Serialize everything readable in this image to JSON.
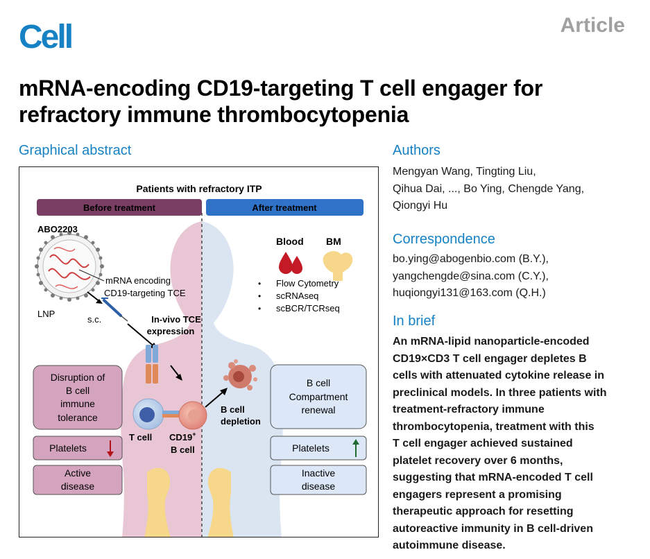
{
  "journal": "Cell",
  "article_type": "Article",
  "title": "mRNA-encoding CD19-targeting T cell engager for refractory immune thrombocytopenia",
  "graphical_abstract": {
    "heading": "Graphical abstract",
    "figure": {
      "title": "Patients with refractory ITP",
      "before_label": "Before treatment",
      "after_label": "After treatment",
      "drug_name": "ABO2203",
      "mrna_label_1": "mRNA encoding",
      "mrna_label_2": "CD19-targeting TCE",
      "lnp_label": "LNP",
      "sc_label": "s.c.",
      "invivo_label_1": "In-vivo TCE",
      "invivo_label_2": "expression",
      "blood_label": "Blood",
      "bm_label": "BM",
      "methods": [
        "Flow Cytometry",
        "scRNAseq",
        "scBCR/TCRseq"
      ],
      "left_boxes": {
        "disruption": [
          "Disruption of",
          "B cell",
          "immune",
          "tolerance"
        ],
        "platelets": "Platelets",
        "disease": [
          "Active",
          "disease"
        ]
      },
      "right_boxes": {
        "renewal": [
          "B cell",
          "Compartment",
          "renewal"
        ],
        "platelets": "Platelets",
        "disease": [
          "Inactive",
          "disease"
        ]
      },
      "tcell_label": "T cell",
      "cd19_label": "CD19",
      "cd19_sup": "+",
      "bcell_label": "B cell",
      "depletion_label_1": "B cell",
      "depletion_label_2": "depletion",
      "colors": {
        "before": "#7a3d63",
        "after": "#2f73c9",
        "left_box": "#d4a3bd",
        "right_box": "#dce8f7",
        "arrow_down": "#b3121a",
        "arrow_up": "#1f6b2f"
      }
    }
  },
  "authors": {
    "heading": "Authors",
    "lines": [
      "Mengyan Wang, Tingting Liu,",
      "Qihua Dai, ..., Bo Ying, Chengde Yang,",
      "Qiongyi Hu"
    ]
  },
  "correspondence": {
    "heading": "Correspondence",
    "lines": [
      "bo.ying@abogenbio.com (B.Y.),",
      "yangchengde@sina.com (C.Y.),",
      "huqiongyi131@163.com (Q.H.)"
    ]
  },
  "in_brief": {
    "heading": "In brief",
    "lines": [
      "An mRNA-lipid nanoparticle-encoded",
      "CD19×CD3 T cell engager depletes B",
      "cells with attenuated cytokine release in",
      "preclinical models. In three patients with",
      "treatment-refractory immune",
      "thrombocytopenia, treatment with this",
      "T cell engager achieved sustained",
      "platelet recovery over 6 months,",
      "suggesting that mRNA-encoded T cell",
      "engagers represent a promising",
      "therapeutic approach for resetting",
      "autoreactive immunity in B cell-driven",
      "autoimmune disease."
    ]
  }
}
